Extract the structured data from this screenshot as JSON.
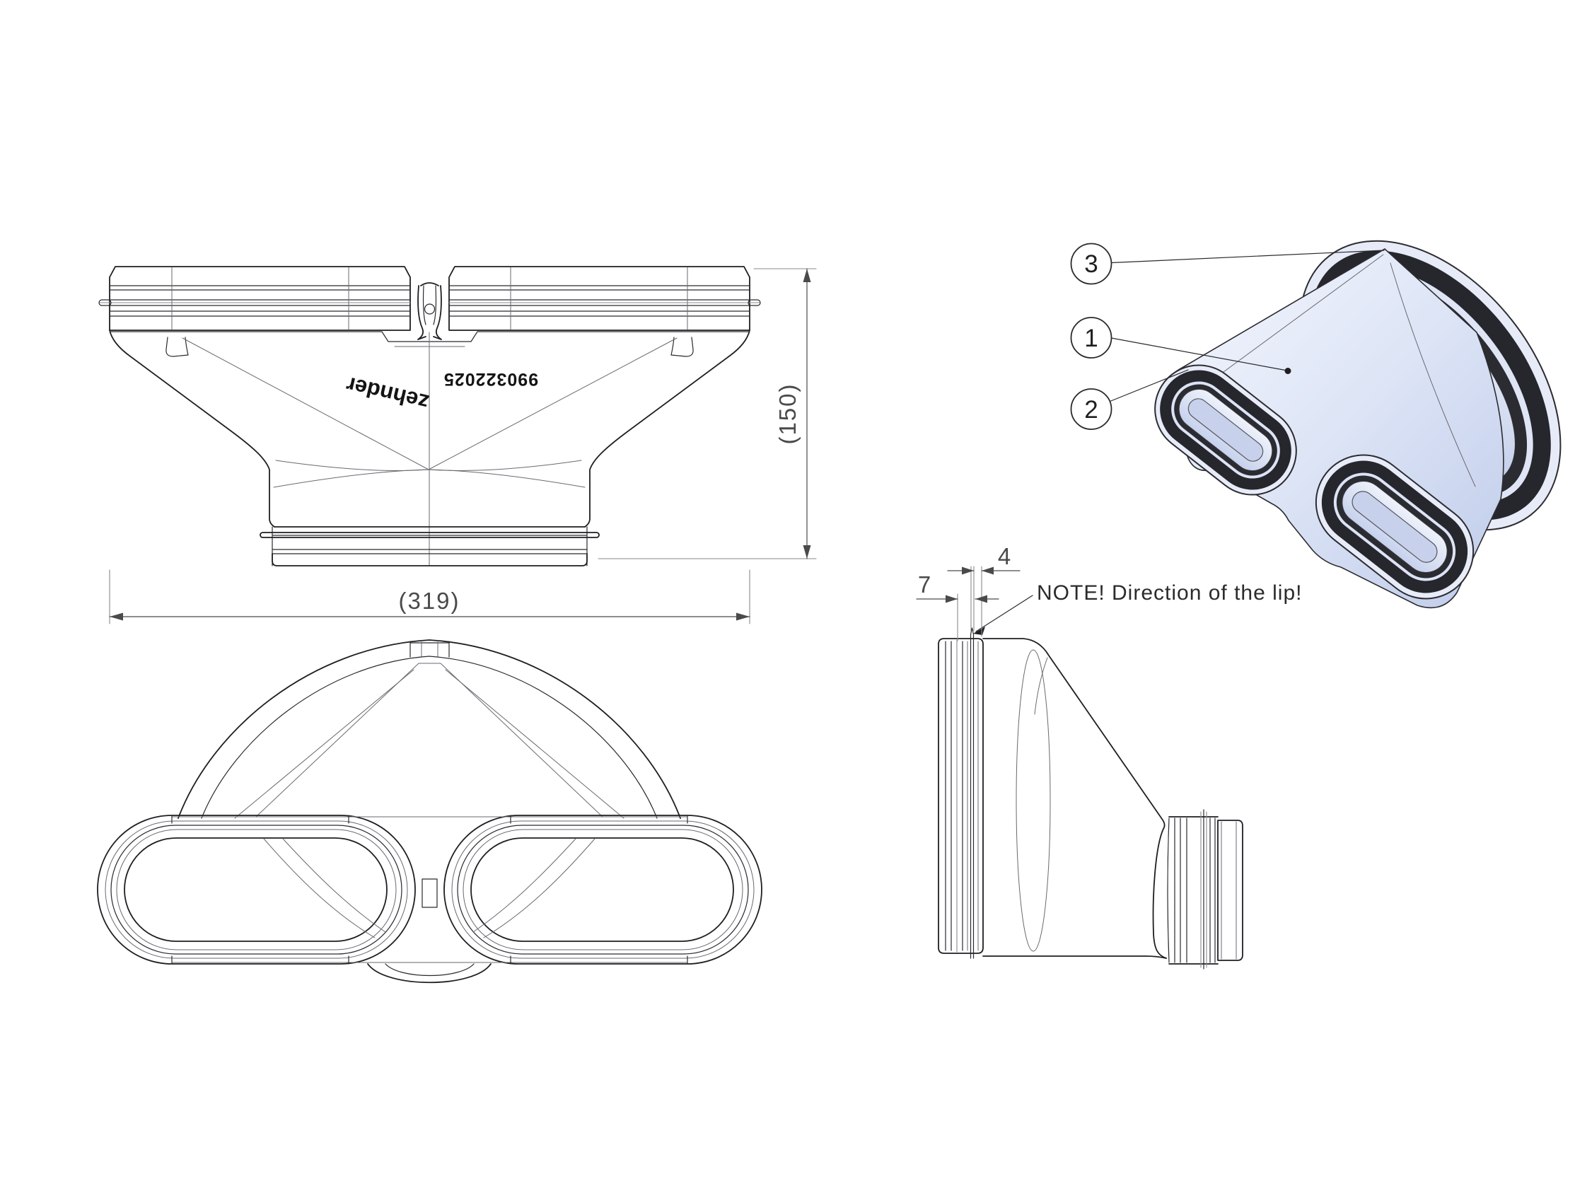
{
  "drawing": {
    "background": "#ffffff",
    "line_color": "#1f1f22",
    "aux_line_color": "#8a8a8f",
    "dimension_color": "#4a4a4a",
    "body_light_color": "#e9eefb",
    "body_shade_color": "#c2cde9",
    "seal_color": "#26262d"
  },
  "views": {
    "front": {
      "width_dim": "(319)",
      "height_dim": "(150)",
      "brand_marking": "zehnder",
      "part_number_marking": "990322025"
    },
    "side": {
      "lip_standout_dim": "7",
      "lip_offset_dim": "4",
      "note": "NOTE! Direction of the lip!"
    },
    "isometric": {
      "balloons": [
        {
          "label": "3"
        },
        {
          "label": "1"
        },
        {
          "label": "2"
        }
      ]
    }
  }
}
